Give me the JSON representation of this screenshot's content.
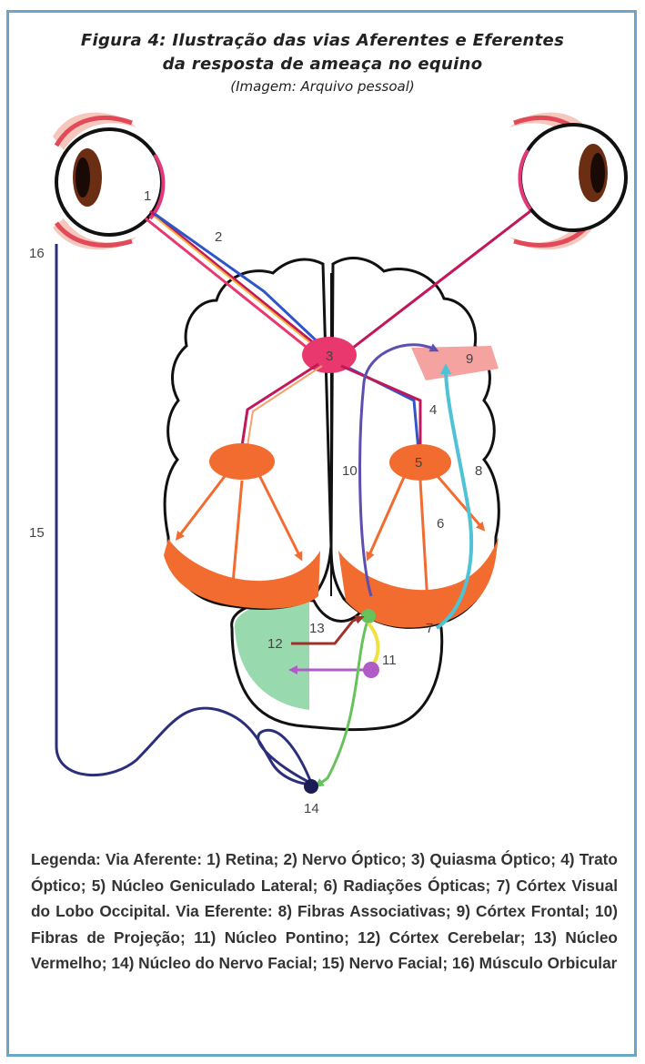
{
  "caption": {
    "line1": "Figura 4: Ilustração das vias Aferentes e Eferentes",
    "line2": "da resposta de ameaça no equino",
    "line3": "(Imagem: Arquivo pessoal)"
  },
  "numbers": {
    "n1": "1",
    "n2": "2",
    "n3": "3",
    "n4": "4",
    "n5": "5",
    "n6": "6",
    "n7": "7",
    "n8": "8",
    "n9": "9",
    "n10": "10",
    "n11": "11",
    "n12": "12",
    "n13": "13",
    "n14": "14",
    "n15": "15",
    "n16": "16"
  },
  "legend": {
    "text": "Legenda: Via Aferente: 1) Retina; 2) Nervo Óptico; 3) Quiasma Óptico; 4) Trato Óptico; 5) Núcleo Geniculado Lateral; 6) Radiações Ópticas; 7) Córtex Visual do Lobo Occipital. Via Eferente: 8) Fibras Associativas; 9) Córtex Frontal; 10) Fibras de Projeção; 11) Núcleo Pontino; 12) Córtex Cerebelar; 13) Núcleo Vermelho; 14) Núcleo do Nervo Facial; 15) Nervo Facial; 16) Músculo Orbicular"
  },
  "colors": {
    "frame": "#6aa6c8",
    "orange": "#f26b2f",
    "chiasm": "#e8386d",
    "optic_nerve": "#c2185b",
    "projection": "#5c4fb0",
    "association": "#4fc3d6",
    "frontal": "#f4a3a0",
    "cerebellum": "#7fcf9a",
    "facial_nerve": "#2b2f7a"
  }
}
